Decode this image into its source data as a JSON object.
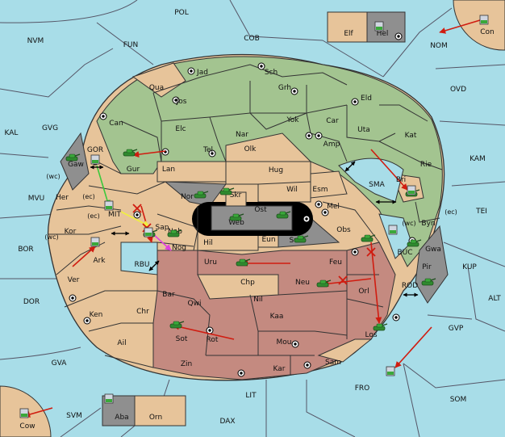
{
  "colors": {
    "sea": "#a8dde8",
    "green": "#a3c490",
    "tan": "#e7c49a",
    "rose": "#c48a80",
    "grey": "#8f8f8f",
    "black": "#000000",
    "move_red": "#d01c10",
    "move_green": "#3cc83c",
    "move_yellow": "#f0f040",
    "move_magenta": "#e040e0"
  },
  "sea_labels": [
    "POL",
    "NVM",
    "FUN",
    "COB",
    "NOM",
    "OVD",
    "KAL",
    "GVG",
    "KAM",
    "MVU",
    "TEI",
    "BOR",
    "KUP",
    "DOR",
    "ALT",
    "GVA",
    "GVP",
    "SVM",
    "LIT",
    "FRO",
    "SOM",
    "DAX"
  ],
  "land_labels": [
    "Jad",
    "Sch",
    "Qua",
    "Jos",
    "Grh",
    "Eld",
    "Can",
    "Yok",
    "Car",
    "Elc",
    "Nar",
    "Uta",
    "Kat",
    "Amp",
    "GOR",
    "Tel",
    "Olk",
    "Gaw",
    "Gur",
    "Lan",
    "Hug",
    "Rie",
    "Bri",
    "SMA",
    "Wil",
    "Esm",
    "Nor",
    "Skr",
    "Ost",
    "Her",
    "Web",
    "Mel",
    "MIT",
    "Kor",
    "Sap",
    "Byn",
    "Nab",
    "Obs",
    "Hil",
    "Sun",
    "Eun",
    "Ark",
    "Nog",
    "RBU",
    "BUC",
    "Gwa",
    "Uru",
    "Feu",
    "Pir",
    "Ver",
    "Chp",
    "Neu",
    "Bar",
    "Orl",
    "Qwi",
    "ROD",
    "Nil",
    "Ken",
    "Chr",
    "Kaa",
    "Los",
    "Sot",
    "Rot",
    "Ail",
    "Mou",
    "Sam",
    "Zin",
    "Kar",
    "Elf",
    "Hel",
    "Con",
    "Cow",
    "Aba",
    "Orn"
  ],
  "small_labels": [
    "(wc)",
    "(ec)",
    "(ec)",
    "(wc)",
    "(wc)",
    "(ec)"
  ],
  "units": [
    "army",
    "army",
    "army",
    "army",
    "army",
    "army",
    "army",
    "army",
    "army",
    "army",
    "army",
    "army",
    "army",
    "army",
    "army",
    "army",
    "army",
    "army",
    "army",
    "army",
    "army",
    "army",
    "army",
    "army",
    "army",
    "army",
    "army",
    "army",
    "army"
  ]
}
